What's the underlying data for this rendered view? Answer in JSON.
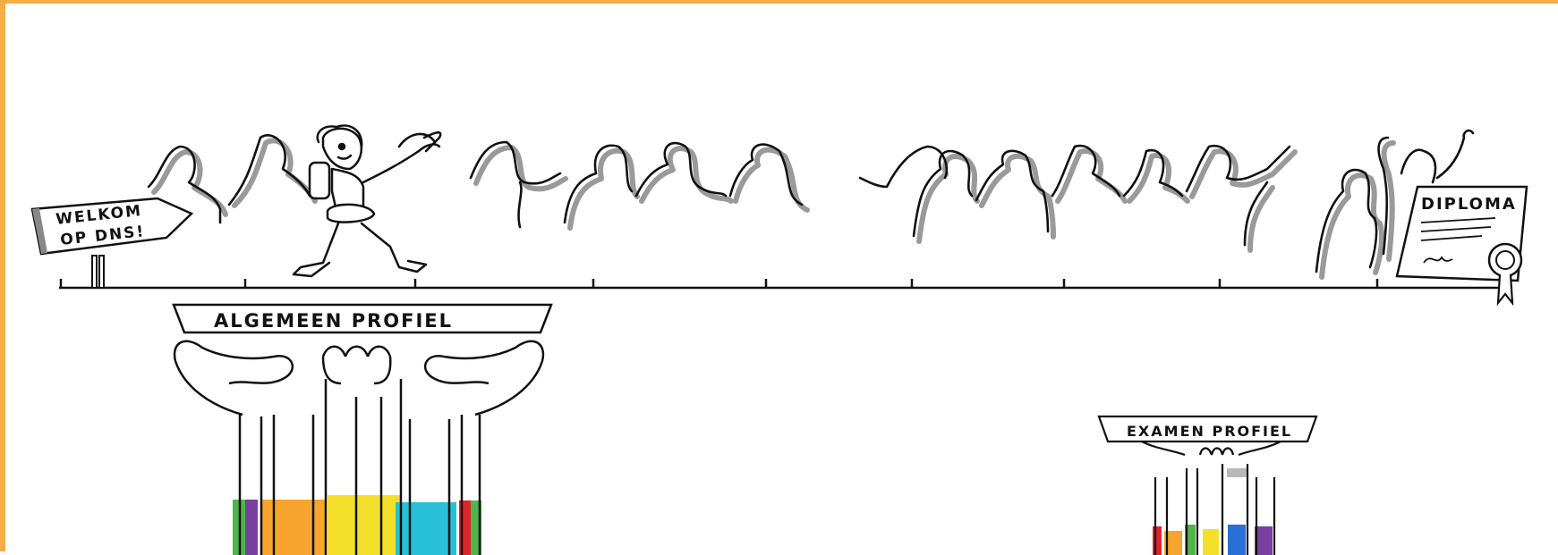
{
  "sign": {
    "line1": "WELKOM",
    "line2": "OP DNS!"
  },
  "diploma": {
    "label": "DIPLOMA"
  },
  "pillar_general": {
    "label": "ALGEMEEN PROFIEL"
  },
  "pillar_exam": {
    "label": "EXAMEN PROFIEL"
  },
  "colors": {
    "frame": "#f5ad45",
    "ink": "#111111",
    "shadow": "#9a9a9a",
    "green": "#4cb748",
    "purple": "#7b3fa0",
    "orange": "#f7a52e",
    "yellow": "#f4e02a",
    "cyan": "#28c0d8",
    "red": "#e0242e"
  }
}
